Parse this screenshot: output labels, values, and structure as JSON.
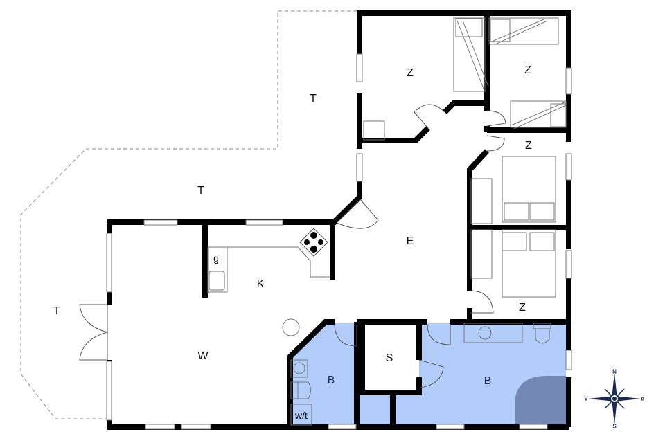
{
  "floorplan": {
    "colors": {
      "wall": "#000000",
      "bathroom_fill": "#b3cdfb",
      "shower_fill": "#7388b4",
      "terrace_outline": "#888888",
      "compass": "#1a2a55"
    },
    "rooms": [
      {
        "id": "terrace-top",
        "label": "T",
        "meaning": "terrace"
      },
      {
        "id": "terrace-mid",
        "label": "T",
        "meaning": "terrace"
      },
      {
        "id": "terrace-left",
        "label": "T",
        "meaning": "terrace"
      },
      {
        "id": "bedroom-1",
        "label": "Z",
        "meaning": "bedroom"
      },
      {
        "id": "bedroom-2",
        "label": "Z",
        "meaning": "bedroom"
      },
      {
        "id": "bedroom-3",
        "label": "Z",
        "meaning": "bedroom"
      },
      {
        "id": "bedroom-4",
        "label": "Z",
        "meaning": "bedroom"
      },
      {
        "id": "hall",
        "label": "E",
        "meaning": "entrance"
      },
      {
        "id": "kitchen",
        "label": "K",
        "meaning": "kitchen"
      },
      {
        "id": "dishwasher",
        "label": "g",
        "meaning": "appliance"
      },
      {
        "id": "living",
        "label": "W",
        "meaning": "living room"
      },
      {
        "id": "bath-1",
        "label": "B",
        "meaning": "bathroom"
      },
      {
        "id": "bath-2",
        "label": "B",
        "meaning": "bathroom"
      },
      {
        "id": "storage",
        "label": "S",
        "meaning": "storage"
      },
      {
        "id": "washer",
        "label": "w/t",
        "meaning": "washer/dryer"
      }
    ],
    "compass": {
      "north": "N",
      "south": "S",
      "west": "V",
      "east": "ø"
    }
  }
}
